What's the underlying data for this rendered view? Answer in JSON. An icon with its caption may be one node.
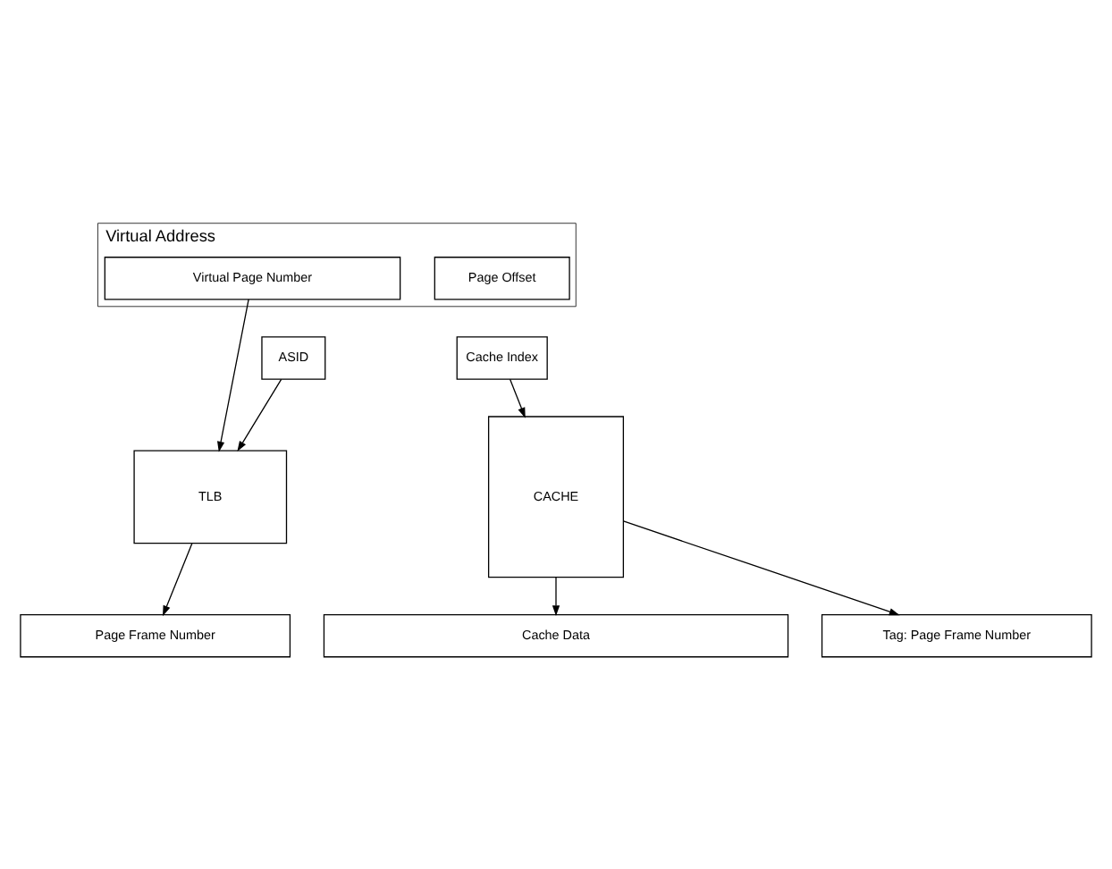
{
  "diagram": {
    "nodes": [
      {
        "text": [
          "Virtual Address"
        ]
      },
      {
        "text": [
          "Virtual Page Number"
        ],
        "in": 0
      },
      {
        "text": [
          "Page Offset"
        ],
        "in": 0
      },
      {
        "text": [
          "Cache Index"
        ]
      },
      {
        "text": [
          "ASID"
        ]
      },
      {
        "text": [
          "TLB"
        ]
      },
      {
        "text": [
          "CACHE"
        ]
      },
      {
        "text": [
          "Page Frame Number"
        ]
      },
      {
        "text": [
          "Tag: Page Frame Number"
        ]
      },
      {
        "text": [
          "Cache Data"
        ]
      }
    ],
    "edges": [
      {
        "from": 1,
        "to": 5,
        "arrow": "to"
      },
      {
        "from": 4,
        "to": 5,
        "arrow": "to"
      },
      {
        "from": 3,
        "to": 6,
        "arrow": "to"
      },
      {
        "from": 5,
        "to": 7,
        "arrow": "to"
      },
      {
        "from": 6,
        "to": 8,
        "arrow": "to"
      },
      {
        "from": 6,
        "to": 9,
        "arrow": "to"
      }
    ]
  }
}
